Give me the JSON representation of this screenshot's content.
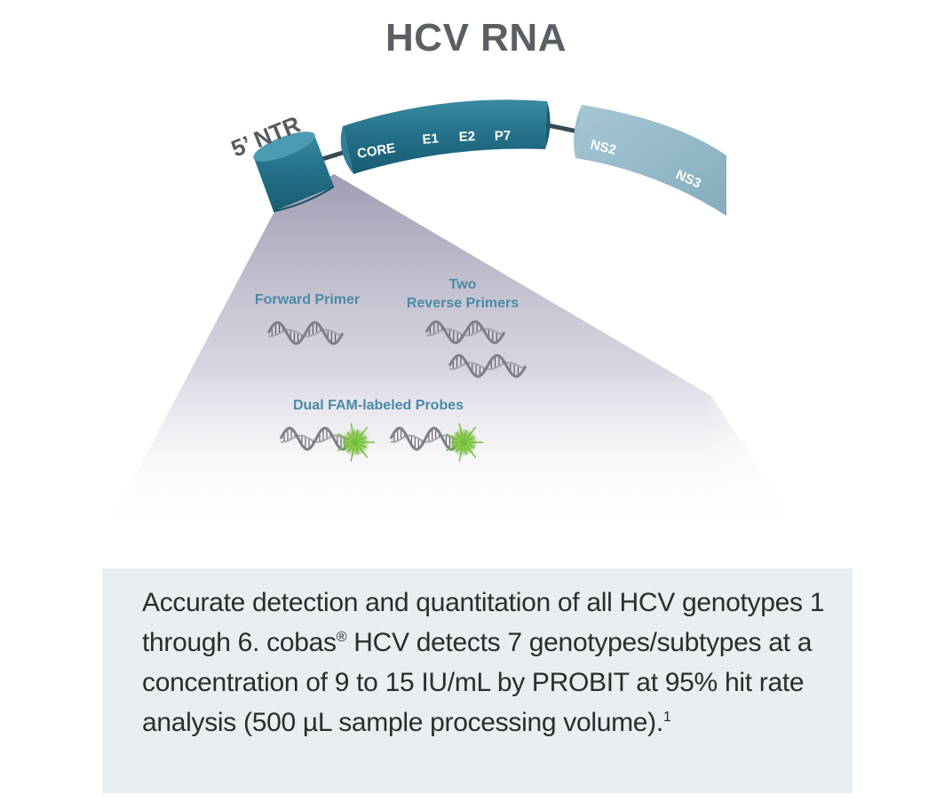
{
  "title": "HCV RNA",
  "segments": {
    "ntr": "5’ NTR",
    "core": "CORE",
    "e1": "E1",
    "e2": "E2",
    "p7": "P7",
    "ns2": "NS2",
    "ns3": "NS3"
  },
  "labels": {
    "forward_primer": "Forward Primer",
    "reverse_primers_line1": "Two",
    "reverse_primers_line2": "Reverse Primers",
    "probes": "Dual FAM-labeled Probes"
  },
  "caption": {
    "part1": "Accurate detection and quantitation of all HCV genotypes 1 through 6. cobas",
    "registered": "®",
    "part2": " HCV detects 7 genotypes/subtypes at a concentration of 9 to 15 IU/mL by PROBIT at 95% hit rate analysis (500 µL sample processing volume).",
    "footnote": "1"
  },
  "colors": {
    "dark_teal": "#1f6f86",
    "light_teal": "#8fb6c6",
    "label_blue": "#4a8aa5",
    "title_gray": "#5a5f63",
    "probe_green": "#7cc242",
    "caption_bg": "#e9eef0"
  }
}
